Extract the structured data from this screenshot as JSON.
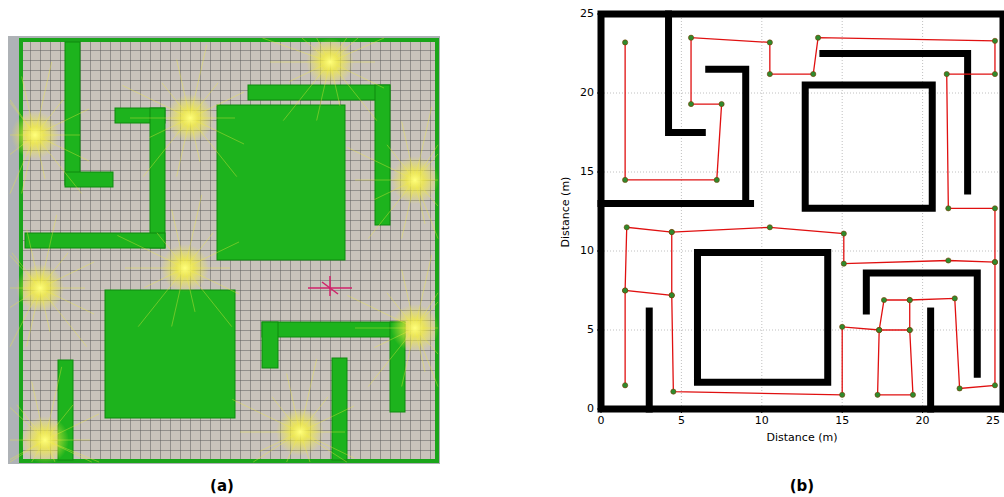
{
  "diagram": {
    "labels": [
      "(a)",
      "(b)",
      "Distance (m)",
      "Distance (m)",
      "0",
      "5",
      "10",
      "15",
      "20",
      "25",
      "0",
      "5",
      "10",
      "15",
      "20",
      "25"
    ]
  }
}
